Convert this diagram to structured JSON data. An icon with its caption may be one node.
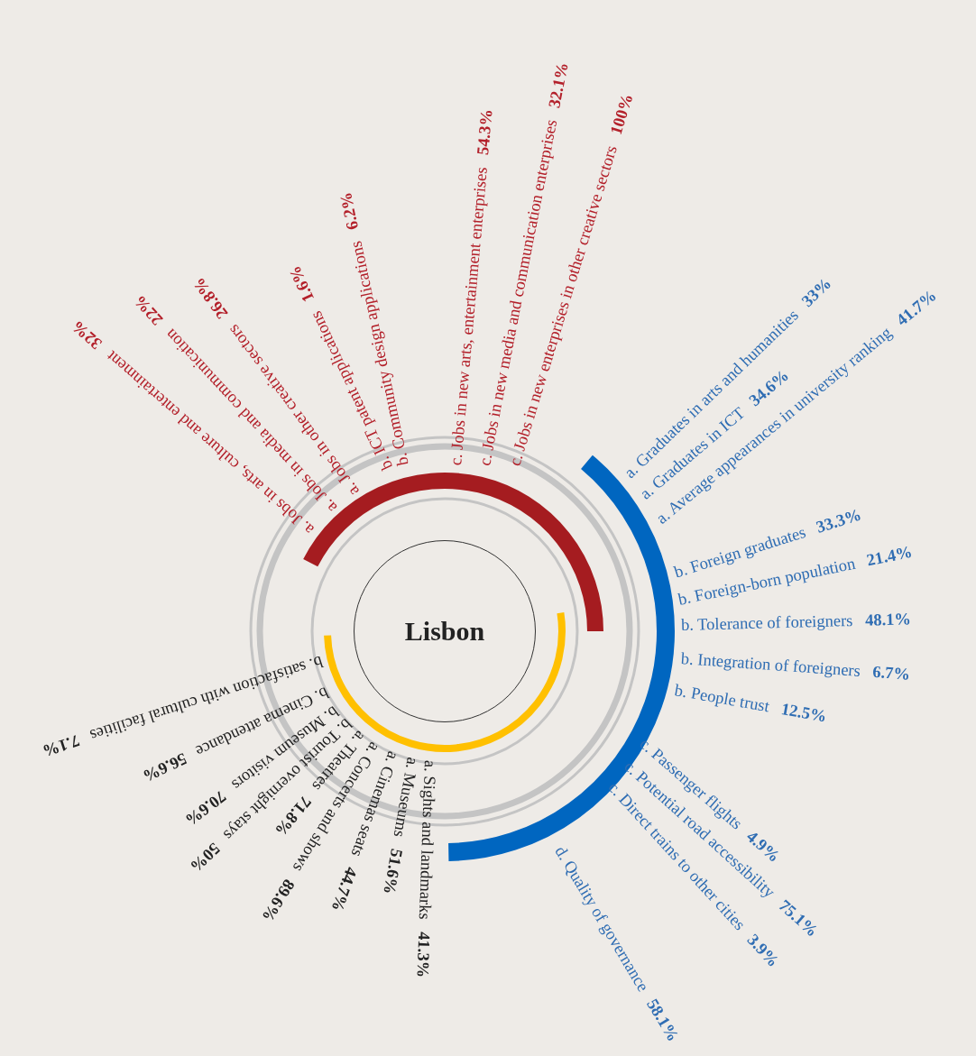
{
  "diagram": {
    "nodes": [
      {
        "text": [
          "Lisbon"
        ]
      }
    ],
    "labels": [
      "a. Jobs in arts, culture and entertainment **32%**",
      "a. Jobs in media and communication **22%**",
      "a. Jobs in other creative sectors **26.8%**",
      "b. ICT patent applications **1.6%**",
      "b. Community design applications **6.2%**",
      "c. Jobs in new arts, entertainment enterprises **54.3%**",
      "c. Jobs in new media and communication enterprises **32.1%**",
      "c. Jobs in new enterprises in other creative sectors **100%**",
      "b. satisfaction with cultural facilities **7.1%**",
      "b. Cinema attendance **56.6%**",
      "b. Museum visitors **70.6%**",
      "b. Tourist overnight stays **50%**",
      "a. Theatres **71.8%**",
      "a. Concerts and shows **89.6%**",
      "a. Cinemas seats **44.7%**",
      "a. Museums **51.6%**",
      "a. Sights and landmarks **41.3%**",
      "a. Graduates in arts and humanities **33%**",
      "a. Graduates in ICT **34.6%**",
      "a. Average appearances in university ranking **41.7%**",
      "b. Foreign graduates **33.3%**",
      "b. Foreign-born population **21.4%**",
      "b. Tolerance of foreigners **48.1%**",
      "b. Integration of foreigners **6.7%**",
      "b. People trust **12.5%**",
      "c. Passenger flights **4.9%**",
      "c. Potential road accessibility **75.1%**",
      "c. Direct trains to other cities **3.9%**",
      "d. Quality of governance **58.1%**"
    ]
  }
}
